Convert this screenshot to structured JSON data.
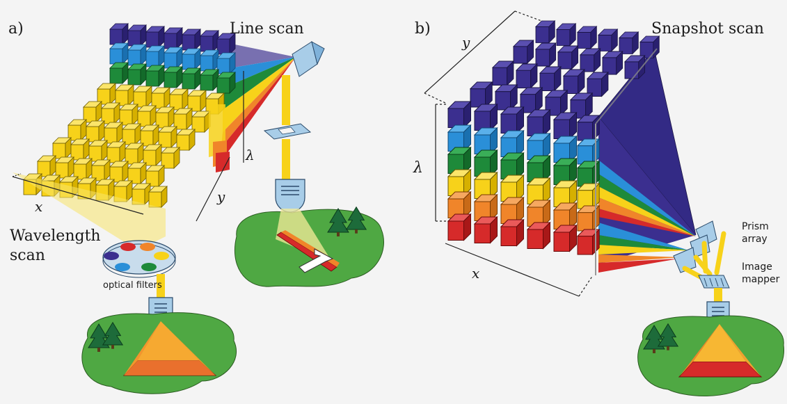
{
  "panel_a": {
    "tag": "a)",
    "line_scan_title": "Line scan",
    "wavelength_title_line1": "Wavelength",
    "wavelength_title_line2": "scan",
    "filters_label": "optical filters",
    "axis_x": "x",
    "axis_y": "y",
    "axis_lambda": "λ"
  },
  "panel_b": {
    "tag": "b)",
    "title": "Snapshot scan",
    "axis_x": "x",
    "axis_y": "y",
    "axis_lambda": "λ",
    "prism_line1": "Prism",
    "prism_line2": "array",
    "mapper_line1": "Image",
    "mapper_line2": "mapper"
  },
  "colors": {
    "violet": "#3b2f8f",
    "blue": "#2a8fd8",
    "green": "#1e8a3a",
    "yellow": "#f7d21a",
    "orange": "#f0852a",
    "red": "#d62a2a",
    "ground": "#4fa843",
    "prism": "#a8cde8"
  }
}
